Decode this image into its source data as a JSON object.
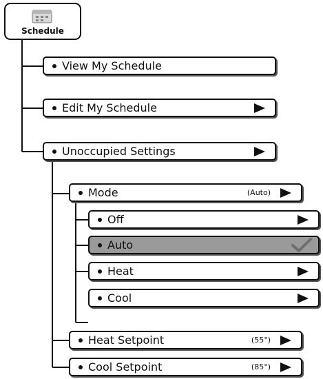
{
  "root": {
    "label": "Schedule",
    "icon": "calendar-icon"
  },
  "items": {
    "view_schedule": {
      "label": "View My Schedule"
    },
    "edit_schedule": {
      "label": "Edit My Schedule",
      "icon": "arrow-right-icon"
    },
    "unoccupied_settings": {
      "label": "Unoccupied Settings",
      "icon": "arrow-right-icon"
    },
    "mode": {
      "label": "Mode",
      "value": "(Auto)",
      "icon": "arrow-right-icon"
    },
    "off": {
      "label": "Off",
      "icon": "arrow-right-icon"
    },
    "auto": {
      "label": "Auto",
      "icon": "checkmark-icon",
      "selected": true
    },
    "heat": {
      "label": "Heat",
      "icon": "arrow-right-icon"
    },
    "cool": {
      "label": "Cool",
      "icon": "arrow-right-icon"
    },
    "heat_setpoint": {
      "label": "Heat Setpoint",
      "value": "(55°)",
      "icon": "arrow-right-icon"
    },
    "cool_setpoint": {
      "label": "Cool Setpoint",
      "value": "(85°)",
      "icon": "arrow-right-icon"
    }
  },
  "colors": {
    "line": "#111111",
    "selected_background": "#9a9a9a",
    "check": "#6e6e6e"
  }
}
